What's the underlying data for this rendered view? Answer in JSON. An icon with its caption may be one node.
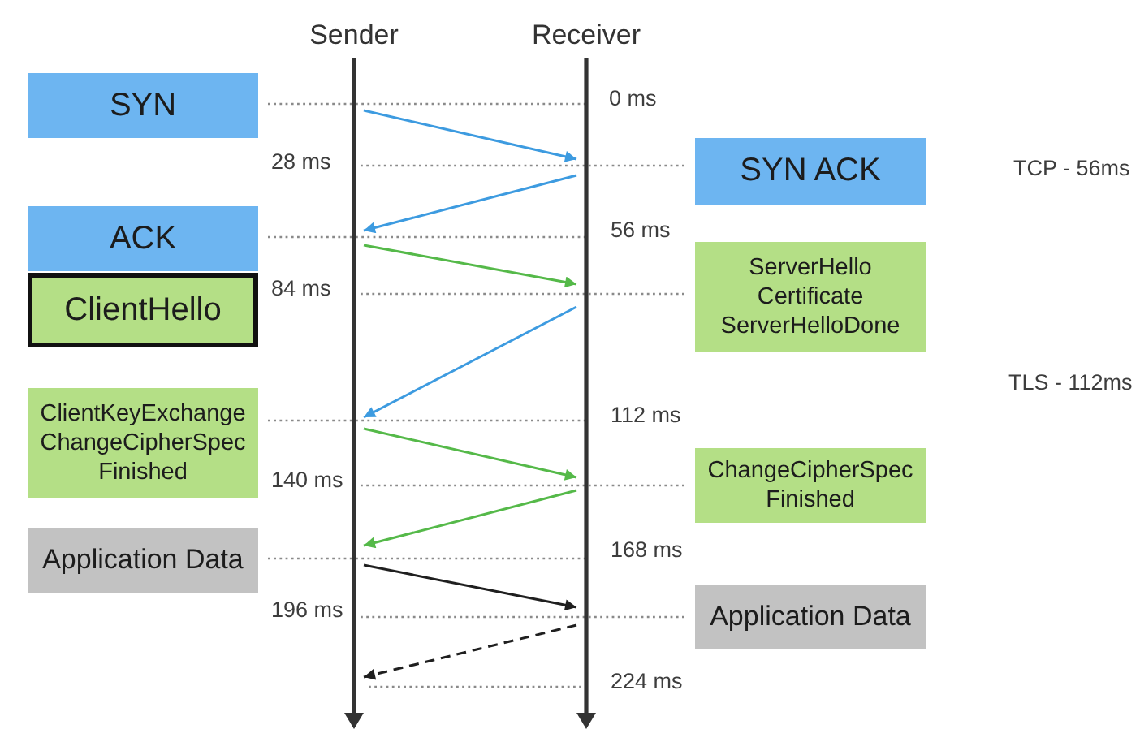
{
  "diagram": {
    "nodes": [
      {
        "text": [
          "Sender"
        ]
      },
      {
        "text": [
          "Receiver"
        ]
      },
      {
        "text": [
          "SYN"
        ]
      },
      {
        "text": [
          "SYN ACK"
        ]
      },
      {
        "text": [
          "ACK"
        ]
      },
      {
        "text": [
          "ClientHello"
        ]
      },
      {
        "text": [
          "ServerHello Certificate ServerHelloDone"
        ]
      },
      {
        "text": [
          "ClientKeyExchange ChangeCipherSpec Finished"
        ]
      },
      {
        "text": [
          "ChangeCipherSpec Finished"
        ]
      },
      {
        "text": [
          "Application Data"
        ]
      },
      {
        "text": [
          "Application Data"
        ]
      }
    ],
    "edges": [
      {
        "from": 0,
        "to": 1,
        "arrow": "to",
        "color": "#3d9be0"
      },
      {
        "from": 1,
        "to": 0,
        "arrow": "to",
        "color": "#3d9be0"
      },
      {
        "from": 0,
        "to": 1,
        "arrow": "to",
        "color": "#55b949"
      },
      {
        "from": 1,
        "to": 0,
        "arrow": "to",
        "color": "#3d9be0"
      },
      {
        "from": 0,
        "to": 1,
        "arrow": "to",
        "color": "#55b949"
      },
      {
        "from": 1,
        "to": 0,
        "arrow": "to",
        "color": "#55b949"
      },
      {
        "from": 0,
        "to": 1,
        "arrow": "to",
        "color": "#1f1f1f"
      },
      {
        "from": 1,
        "to": 0,
        "arrow": "to",
        "color": "#1f1f1f",
        "style": "dashed"
      }
    ],
    "labels": [
      "0 ms",
      "28 ms",
      "TCP - 56ms",
      "56 ms",
      "84 ms",
      "TLS - 112ms",
      "112 ms",
      "140 ms",
      "168 ms",
      "196 ms",
      "224 ms"
    ]
  }
}
